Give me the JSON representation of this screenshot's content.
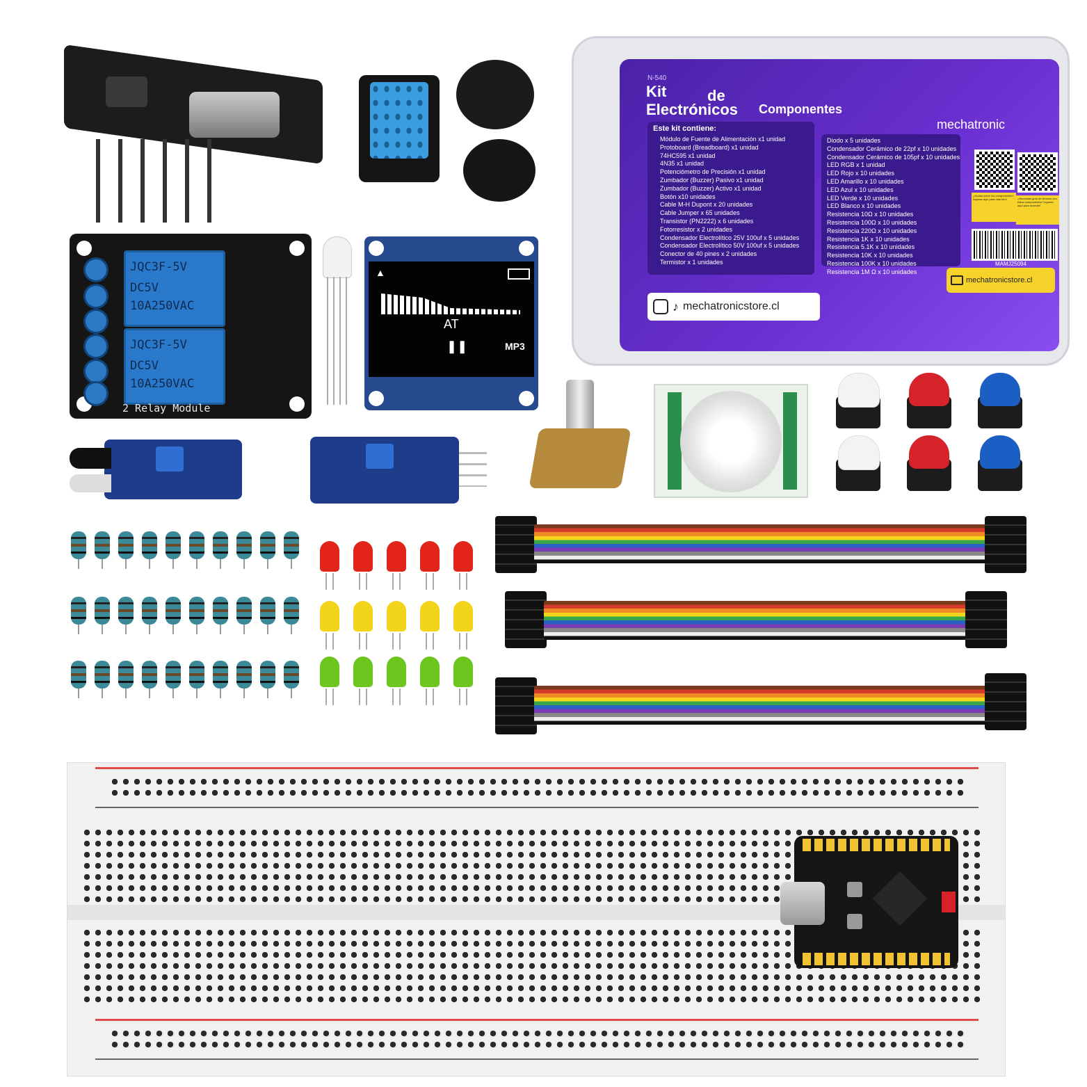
{
  "relay_module": {
    "relay_label_lines": [
      "JQC3F-5V",
      "DC5V",
      "10A250VAC"
    ],
    "board_label": "2 Relay Module"
  },
  "oled": {
    "center_text": "AT",
    "mode_text": "MP3"
  },
  "kit_box": {
    "model": "N-540",
    "title_line1_a": "Kit",
    "title_line1_b": "de",
    "title_line2": "Electrónicos",
    "title_right": "Componentes",
    "brand": "mechatronic",
    "contents_heading": "Este kit contiene:",
    "contents_left": [
      "Módulo de Fuente de Alimentación x1 unidad",
      "Protoboard (Breadboard) x1 unidad",
      "74HC595 x1 unidad",
      "4N35 x1 unidad",
      "Potenciómetro de Precisión x1 unidad",
      "Zumbador (Buzzer) Pasivo x1 unidad",
      "Zumbador (Buzzer) Activo x1 unidad",
      "Botón x10 unidades",
      "Cable M-H Dupont x 20 unidades",
      "Cable Jumper x 65 unidades",
      "Transistor (PN2222) x 6 unidades",
      "Fotorresistor x 2 unidades",
      "Condensador Electrolítico 25V 100uf x 5 unidades",
      "Condensador Electrolítico 50V 100uf x 5 unidades",
      "Conector de 40 pines x 2 unidades",
      "Termistor x 1 unidades"
    ],
    "contents_right": [
      "Diodo x 5 unidades",
      "Condensador Cerámico de 22pf x 10 unidades",
      "Condensador Cerámico de 105pf x 10 unidades",
      "LED RGB x 1 unidad",
      "LED Rojo x 10 unidades",
      "LED Amarillo x 10 unidades",
      "LED Azul x 10 unidades",
      "LED Verde x 10 unidades",
      "LED Blanco x 10 unidades",
      "Resistencia 10Ω x 10 unidades",
      "Resistencia 100Ω x 10 unidades",
      "Resistencia 220Ω x 10 unidades",
      "Resistencia 1K x 10 unidades",
      "Resistencia 5.1K x 10 unidades",
      "Resistencia 10K x 10 unidades",
      "Resistencia 100K x 10 unidades",
      "Resistencia 1M Ω x 10 unidades"
    ],
    "qr_caption_1": "¿Dudas sobre los componentes? Ingresa aquí para más info!",
    "qr_caption_2": "¿Necesitas guía de Arduino con estos componentes? Ingresa aquí para acceder!",
    "barcode_text": "MAMJ25094",
    "website_1": "mechatronicstore.cl",
    "website_2": "mechatronicstore.cl"
  },
  "colors": {
    "box_purple": "#5a2bb5",
    "box_violet": "#7b3fe4",
    "pcb_blue": "#1f3c8a",
    "relay_blue": "#2a78c9",
    "led_red": "#e3241a",
    "led_yellow": "#f2d51a",
    "led_green": "#6cc61e",
    "button_white": "#f3f3f3",
    "button_red": "#d6232a",
    "button_blue": "#1c5fc4",
    "breadboard": "#f1f1ef",
    "rail_red": "#e04a4a"
  },
  "icons": [
    "instagram-icon",
    "tiktok-icon",
    "website-icon"
  ]
}
